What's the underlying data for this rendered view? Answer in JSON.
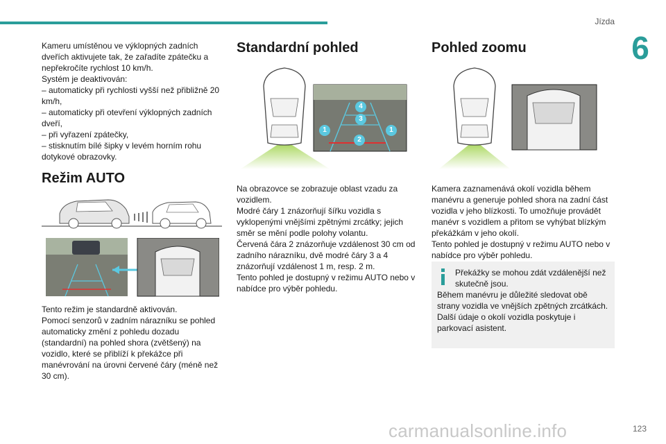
{
  "header": {
    "section": "Jízda",
    "chapter": "6",
    "page_number": "123"
  },
  "col1": {
    "intro": [
      "Kameru umístěnou ve výklopných zadních dveřích aktivujete tak, že zařadíte zpátečku a nepřekročíte rychlost 10 km/h.",
      "Systém je deaktivován:",
      "– automaticky při rychlosti vyšší než přibližně 20 km/h,",
      "– automaticky při otevření výklopných zadních dveří,",
      "– při vyřazení zpátečky,",
      "– stisknutím bílé šipky v levém horním rohu dotykové obrazovky."
    ],
    "heading": "Režim AUTO",
    "text": [
      "Tento režim je standardně aktivován.",
      "Pomocí senzorů v zadním nárazníku se pohled automaticky změní z pohledu dozadu (standardní) na pohled shora (zvětšený) na vozidlo, které se přiblíží k překážce při manévrování na úrovni červené čáry (méně než 30 cm)."
    ]
  },
  "col2": {
    "heading": "Standardní pohled",
    "markers": [
      "4",
      "3",
      "1",
      "2",
      "1"
    ],
    "text": [
      "Na obrazovce se zobrazuje oblast vzadu za vozidlem.",
      "Modré čáry 1 znázorňují šířku vozidla s vyklopenými vnějšími zpětnými zrcátky; jejich směr se mění podle polohy volantu.",
      "Červená čára 2 znázorňuje vzdálenost 30 cm od zadního nárazníku, dvě modré čáry 3 a 4 znázorňují vzdálenost 1 m, resp. 2 m.",
      "Tento pohled je dostupný v režimu AUTO nebo v nabídce pro výběr pohledu."
    ]
  },
  "col3": {
    "heading": "Pohled zoomu",
    "text": [
      "Kamera zaznamenává okolí vozidla během manévru a generuje pohled shora na zadní část vozidla v jeho blízkosti. To umožňuje provádět manévr s vozidlem a přitom se vyhýbat blízkým překážkám v jeho okolí.",
      "Tento pohled je dostupný v režimu AUTO nebo v nabídce pro výběr pohledu."
    ],
    "info": {
      "lead": "Překážky se mohou zdát vzdálenější než skutečně jsou.",
      "rest": [
        "Během manévru je důležité sledovat obě strany vozidla ve vnějších zpětných zrcátkách.",
        "Další údaje o okolí vozidla poskytuje i parkovací asistent."
      ]
    }
  },
  "footer": {
    "watermark": "carmanualsonline.info"
  },
  "colors": {
    "accent": "#2a9d9a",
    "guide_blue": "#5bc8e0",
    "guide_red": "#e03030",
    "cone_green": "#9fd24a"
  }
}
